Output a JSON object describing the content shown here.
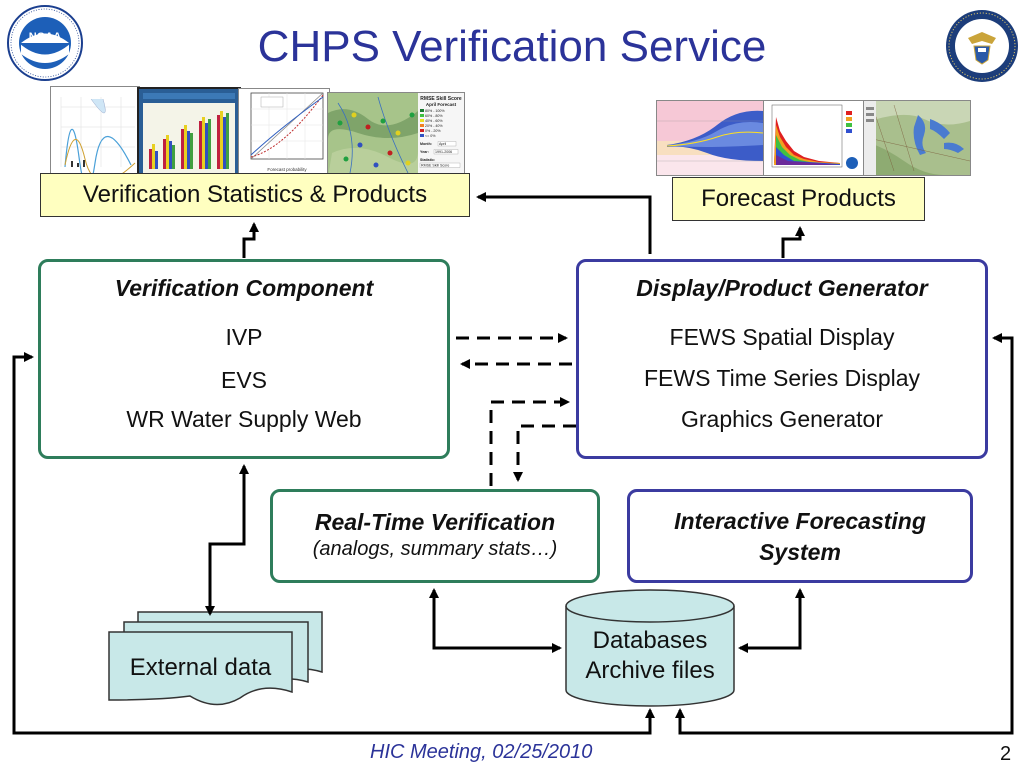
{
  "slide": {
    "title": "CHPS Verification Service",
    "footer": "HIC Meeting, 02/25/2010",
    "page_number": "2"
  },
  "logos": {
    "left": {
      "text": "NOAA",
      "ring_text": "NATIONAL OCEANIC AND ATMOSPHERIC ADMINISTRATION · U.S. DEPARTMENT OF COMMERCE"
    },
    "right": {
      "ring_text": "DEPARTMENT OF COMMERCE · UNITED STATES OF AMERICA"
    }
  },
  "thumbnails": {
    "rmse_title": "RMSE Skill Score",
    "rmse_subtitle": "April Forecast",
    "rmse_legend": [
      "80% - 100%",
      "60% - 80%",
      "40% - 60%",
      "20% - 40%",
      "0% - 20%",
      "<= 0%"
    ],
    "rmse_month_label": "Month:",
    "rmse_month_value": "April",
    "rmse_year_label": "Year:",
    "rmse_year_value": "1991-2006",
    "rmse_stat_label": "Statistic:",
    "rmse_stat_value": "RMSE Skill Score",
    "reliability_axis": "Forecast probability"
  },
  "boxes": {
    "verif_products": "Verification Statistics & Products",
    "forecast_products": "Forecast Products",
    "verification_component": {
      "title": "Verification Component",
      "items": [
        "IVP",
        "EVS",
        "WR Water Supply Web"
      ]
    },
    "display_generator": {
      "title": "Display/Product Generator",
      "items": [
        "FEWS Spatial Display",
        "FEWS Time Series Display",
        "Graphics Generator"
      ]
    },
    "realtime": {
      "title": "Real-Time Verification",
      "subtitle": "(analogs, summary stats…)"
    },
    "ifs": {
      "title_line1": "Interactive Forecasting",
      "title_line2": "System"
    },
    "external": "External data",
    "databases": {
      "line1": "Databases",
      "line2": "Archive files"
    }
  },
  "colors": {
    "title": "#2b3399",
    "green_border": "#2e7d5b",
    "blue_border": "#3b3ba0",
    "yellow_fill": "#ffffc0",
    "doc_fill": "#c8e8e8",
    "db_fill": "#c8e8e8"
  }
}
